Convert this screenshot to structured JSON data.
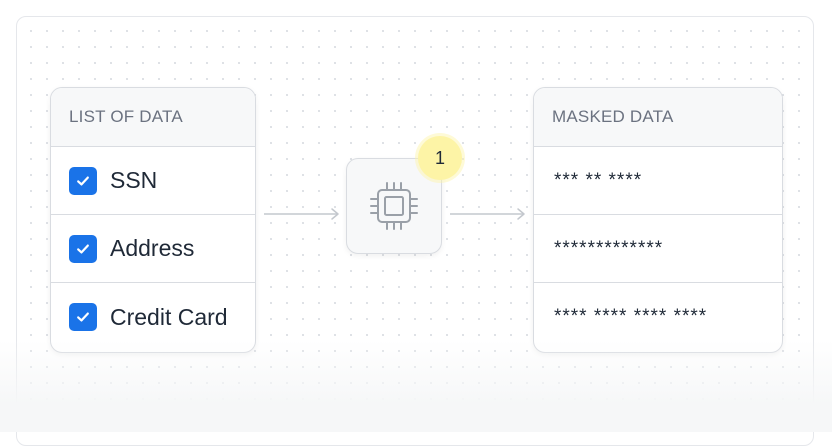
{
  "source_card": {
    "title": "LIST OF DATA",
    "items": [
      {
        "label": "SSN",
        "checked": true
      },
      {
        "label": "Address",
        "checked": true
      },
      {
        "label": "Credit Card",
        "checked": true
      }
    ]
  },
  "processor": {
    "icon": "cpu-chip-icon",
    "badge": "1"
  },
  "output_card": {
    "title": "MASKED DATA",
    "items": [
      {
        "value": "*** ** ****"
      },
      {
        "value": "*************"
      },
      {
        "value": "**** **** **** ****"
      }
    ]
  },
  "colors": {
    "checkbox": "#1a73e8",
    "badge": "#fdf4a6",
    "border": "#d9dce1"
  }
}
